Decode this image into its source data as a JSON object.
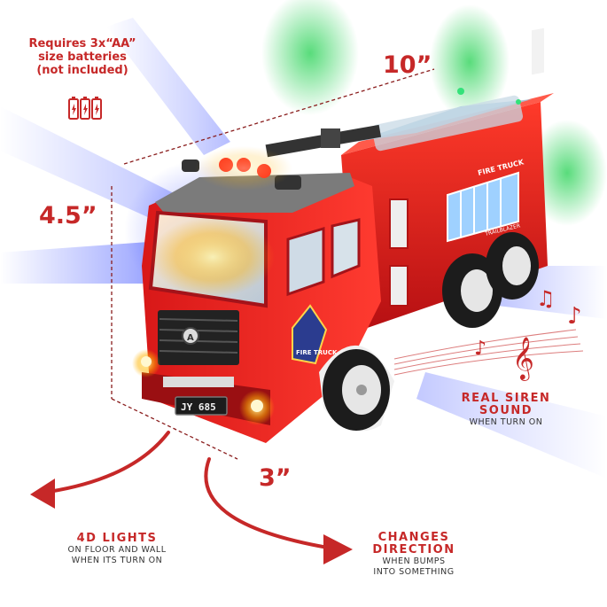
{
  "battery": {
    "lines": [
      "Requires 3x“AA”",
      "size batteries",
      "(not included)"
    ],
    "icon": "battery-icon"
  },
  "dimensions": {
    "length": "10”",
    "height": "4.5”",
    "width": "3”"
  },
  "features": {
    "siren": {
      "head1": "REAL SIREN",
      "head2": "SOUND",
      "sub1": "WHEN TURN ON"
    },
    "lights": {
      "head1": "4D LIGHTS",
      "sub1": "ON FLOOR AND WALL",
      "sub2": "WHEN ITS TURN ON"
    },
    "direction": {
      "head1": "CHANGES",
      "head2": "DIRECTION",
      "sub1": "WHEN BUMPS",
      "sub2": "INTO SOMETHING"
    }
  },
  "truck": {
    "plate": "JY 685",
    "side_text": "FIRE TRUCK",
    "badge_text": "FIRE TRUCK",
    "trailblazer": "TRAILBLAZER"
  },
  "colors": {
    "accent_red": "#c62828",
    "truck_red": "#e01b1b",
    "light_blue": "#3a4cff",
    "light_green": "#2fd35a"
  }
}
